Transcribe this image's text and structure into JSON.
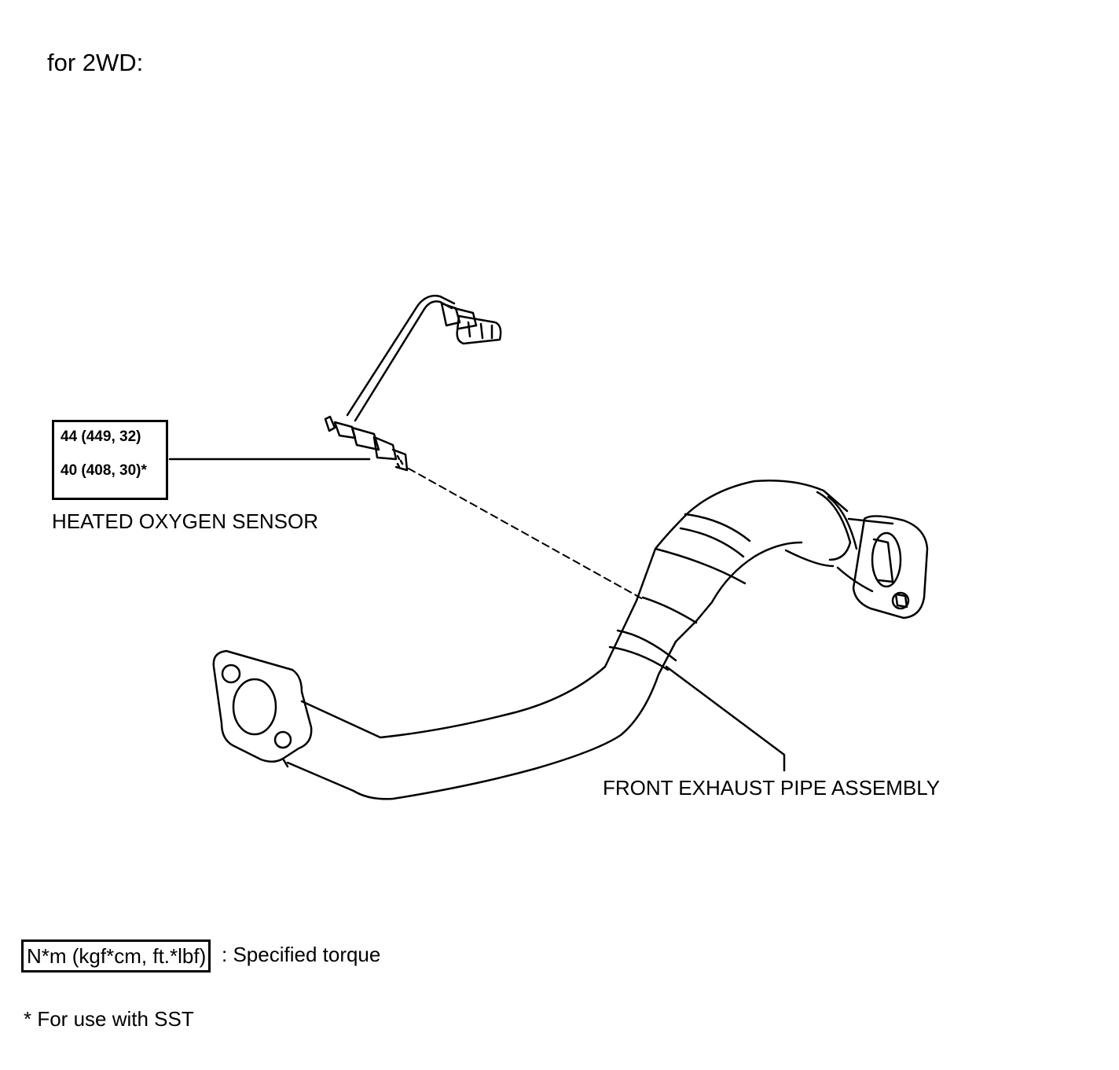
{
  "title": "for 2WD:",
  "torque_spec": {
    "line1": "44 (449, 32)",
    "line2": "40 (408, 30)*"
  },
  "labels": {
    "sensor": "HEATED OXYGEN SENSOR",
    "pipe": "FRONT EXHAUST PIPE ASSEMBLY"
  },
  "legend": {
    "box_text": "N*m (kgf*cm, ft.*lbf)",
    "description": ": Specified torque"
  },
  "footnote": "* For use with SST"
}
